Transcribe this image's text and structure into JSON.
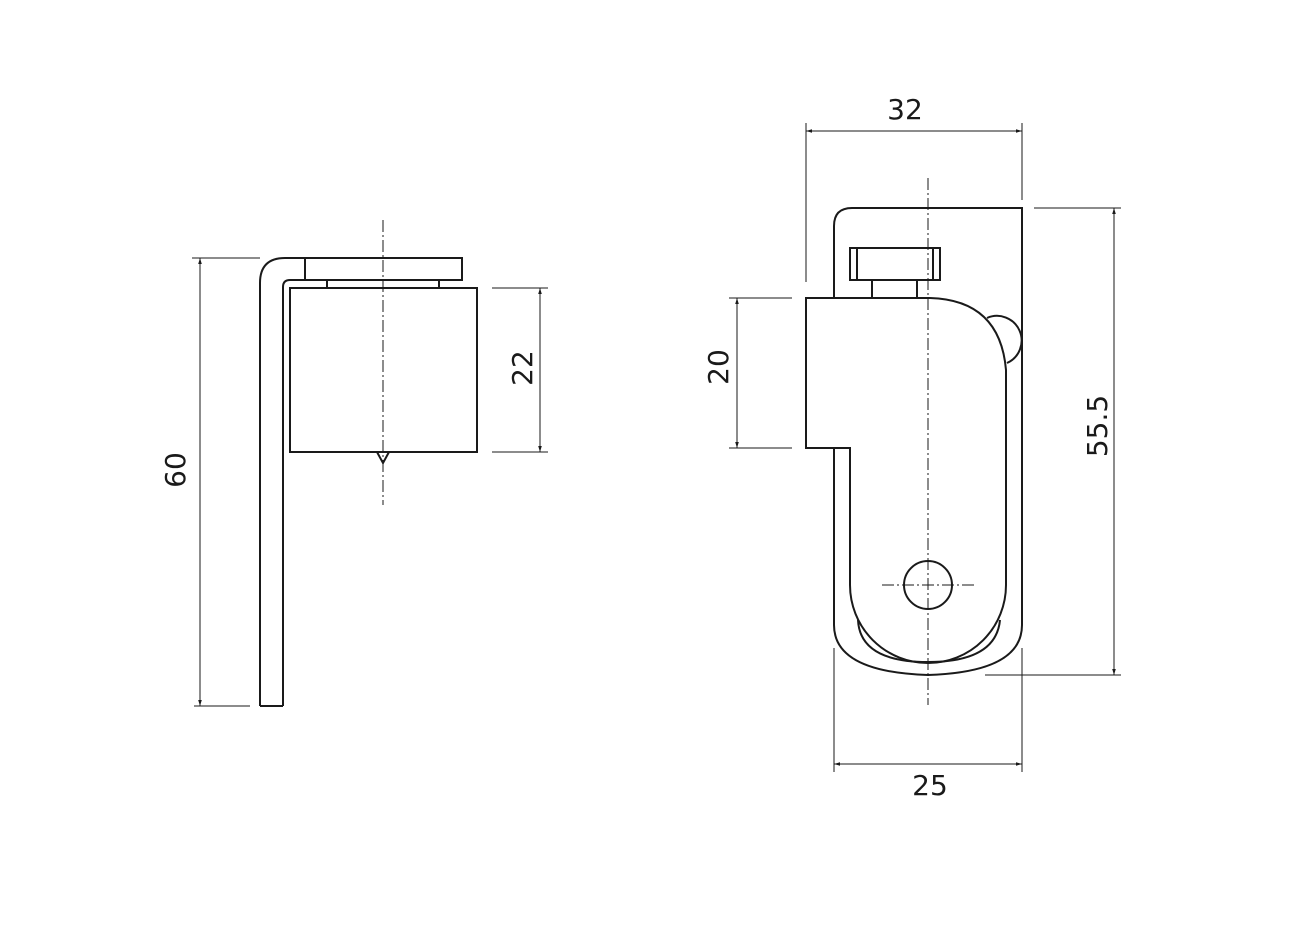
{
  "drawing": {
    "side_view": {
      "dimensions": {
        "height_overall": "60",
        "body_height": "22"
      }
    },
    "front_view": {
      "dimensions": {
        "width_overall": "32",
        "clamp_height": "20",
        "height_overall": "55.5",
        "plate_width": "25"
      }
    }
  }
}
